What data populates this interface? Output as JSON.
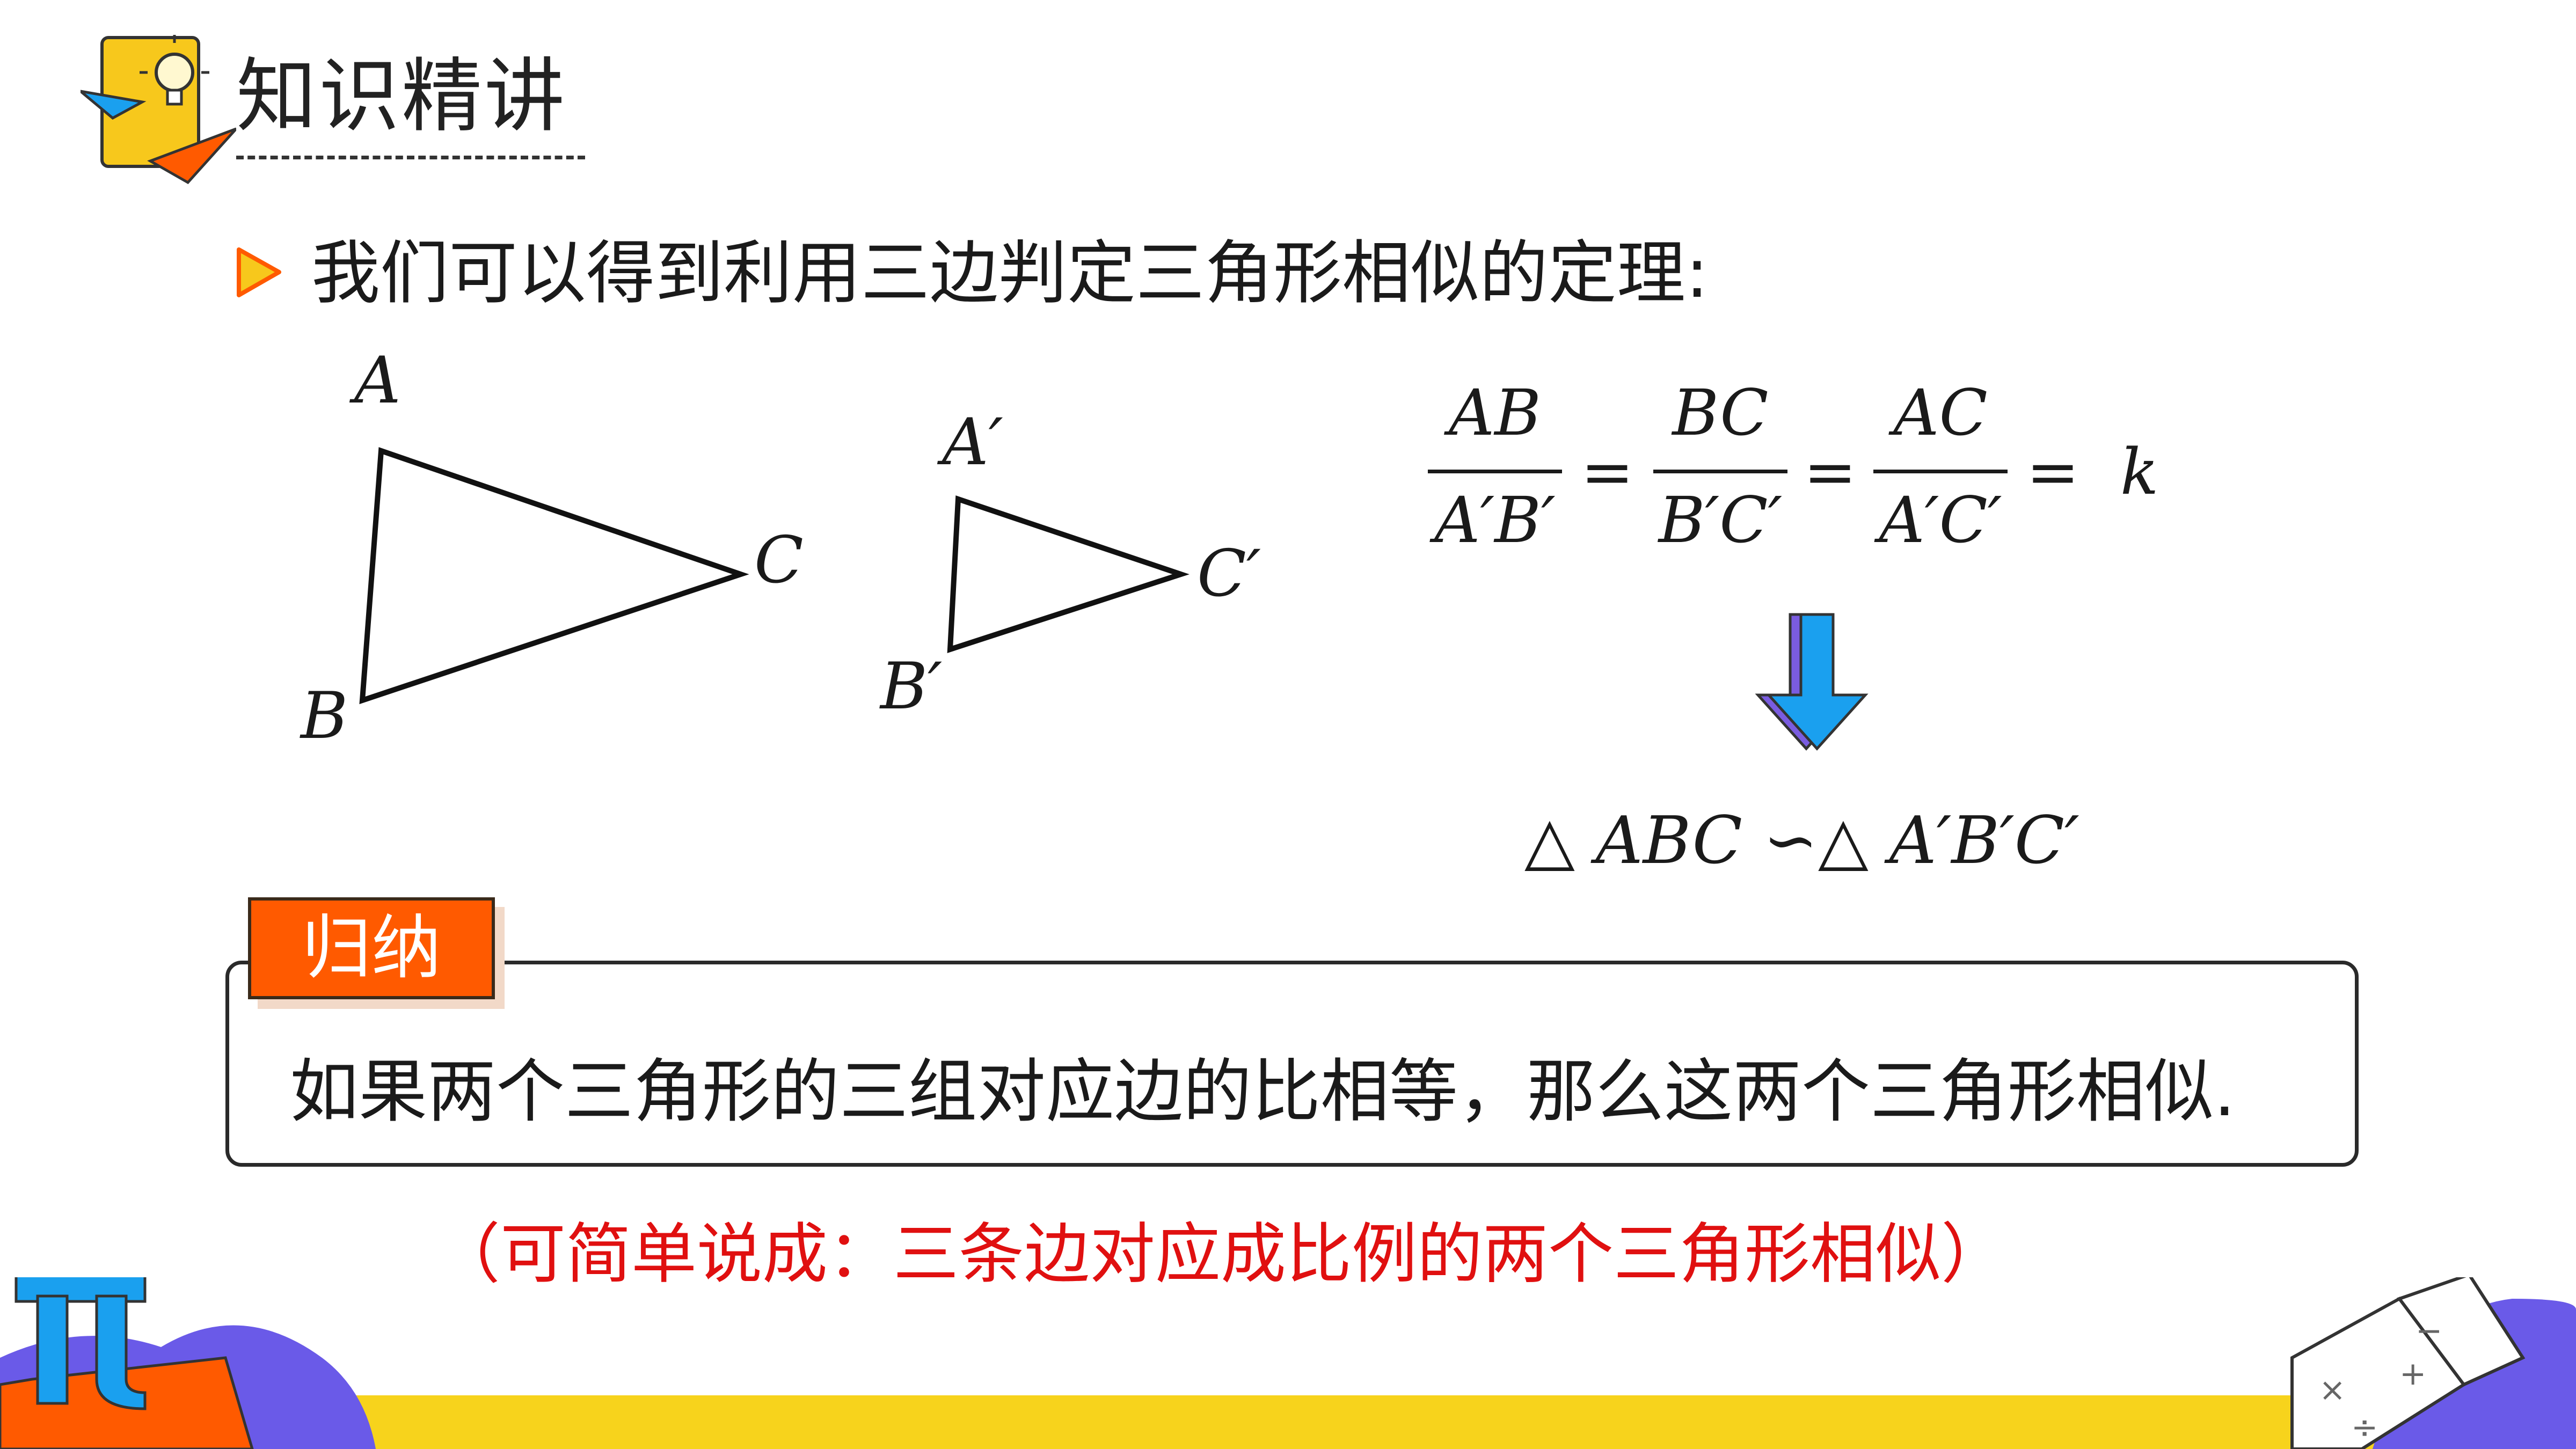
{
  "header": {
    "title": "知识精讲"
  },
  "intro": {
    "text": "我们可以得到利用三边判定三角形相似的定理:"
  },
  "triangles": {
    "large": {
      "a": "A",
      "b": "B",
      "c": "C"
    },
    "small": {
      "a": "A′",
      "b": "B′",
      "c": "C′"
    }
  },
  "equation": {
    "fractions": [
      {
        "num": "AB",
        "den": "A′B′"
      },
      {
        "num": "BC",
        "den": "B′C′"
      },
      {
        "num": "AC",
        "den": "A′C′"
      }
    ],
    "equals": "=",
    "k": "k"
  },
  "similarity": {
    "tri1_symbol": "△",
    "tri1": "ABC",
    "sim_symbol": "∽",
    "tri2_symbol": "△",
    "tri2": "A′B′C′"
  },
  "summary": {
    "tab_label": "归纳",
    "text": "如果两个三角形的三组对应边的比相等，那么这两个三角形相似."
  },
  "note": {
    "text": "（可简单说成：三条边对应成比例的两个三角形相似）"
  },
  "colors": {
    "accent_orange": "#ff5a00",
    "note_red": "#e01010",
    "arrow_blue": "#1aa0ef",
    "arrow_purple": "#7a5ce0",
    "footer_yellow": "#f7d31c"
  }
}
